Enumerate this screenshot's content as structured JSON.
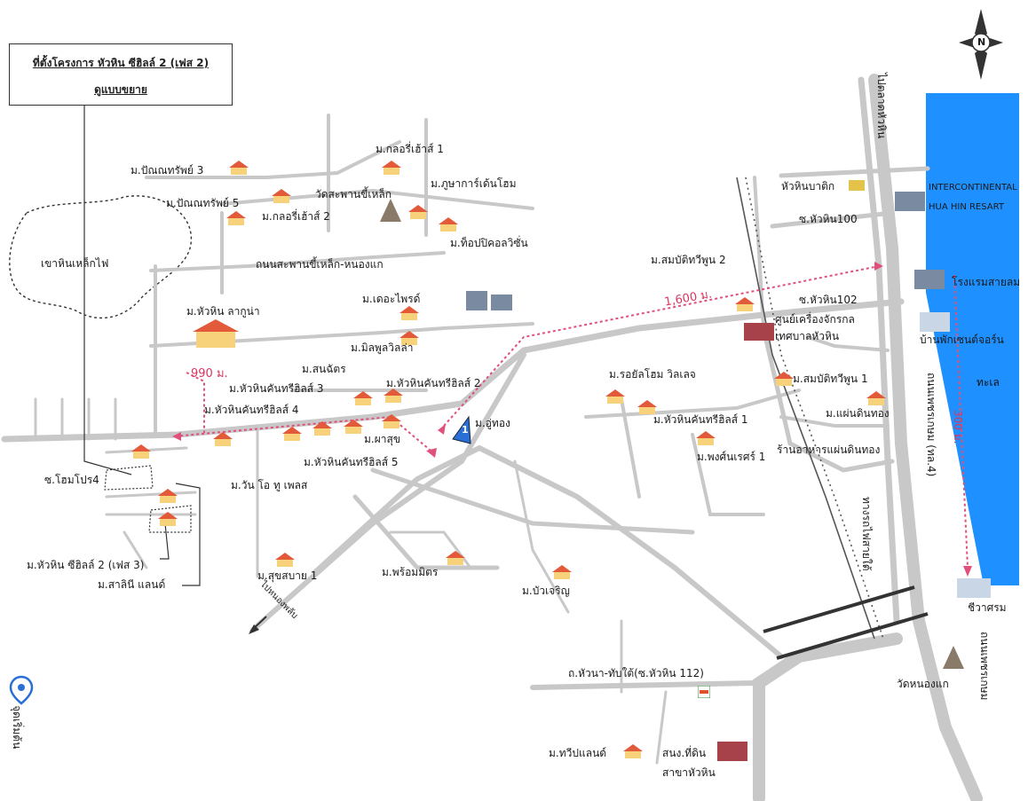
{
  "title": {
    "line1": "ที่ตั้งโครงการ หัวหิน ซีฮิลล์ 2 (เฟส 2)",
    "line2": "ดูแบบขยาย"
  },
  "compass": {
    "letter": "N"
  },
  "sea": {
    "label": "ทะเล",
    "color": "#1e90ff"
  },
  "colors": {
    "road": "#c8c8c8",
    "route": "#e0507a",
    "black_road": "#333333"
  },
  "distances": {
    "d1600": "1,600 ม.",
    "d990": "990 ม.",
    "d300": "300 ม."
  },
  "areas": {
    "khao_hin": "เขาหินเหล็กไฟ"
  },
  "roads": {
    "saphan": "ถนนสะพานขี้เหล็ก-หนองแก",
    "soi100": "ซ.หัวหิน100",
    "soi102": "ซ.หัวหิน102",
    "soi_homepro": "ซ.โฮมโปร4",
    "hua_na": "ถ.หัวนา-ทับใต้(ซ.หัวหิน 112)",
    "to_pala": "ไปตลาดหัวหิน",
    "to_pranburi": "ไปหนองพลับ",
    "railway": "ทางรถไฟสายใต้",
    "phetkasem": "ถนนเพชรเกษม (ทล.4)",
    "phetkasem2": "ถนนเพชรเกษม",
    "bottom_left": "จุดเริ่มต้น"
  },
  "places": {
    "panna3": "ม.ปัณณทรัพย์ 3",
    "panna5": "ม.ปัณณทรัพย์ 5",
    "glory1": "ม.กลอรี่เฮ้าส์ 1",
    "glory2": "ม.กลอรี่เฮ้าส์ 2",
    "wat_saphan": "วัดสะพานขี้เหล็ก",
    "phuksa": "ม.ภูษาการ์เด้นโฮม",
    "topp": "ม.ท็อปปิคอลวิซั่น",
    "laguna": "ม.หัวหิน ลากูน่า",
    "paradise": "ม.เดอะไพรด์",
    "milpool": "ม.มิลพูลวิลล่า",
    "sanchatr": "ม.สนฉัตร",
    "hh_country3": "ม.หัวหินคันทรีฮิลส์ 3",
    "hh_country2": "ม.หัวหินคันทรีฮิลส์ 2",
    "hh_country4": "ม.หัวหินคันทรีฮิลส์ 4",
    "hh_country5": "ม.หัวหินคันทรีฮิลส์ 5",
    "pasuk": "ม.ผาสุข",
    "uthong": "ม.อู่ทอง",
    "wan_o": "ม.วัน โอ ทู เพลส",
    "seahill3": "ม.หัวหิน ซีฮิลล์ 2 (เฟส 3)",
    "salinee": "ม.สาลินี แลนด์",
    "suksabai": "ม.สุขสบาย 1",
    "phrom": "ม.พร้อมมิตร",
    "buajaroen": "ม.บัวเจริญ",
    "somboon2": "ม.สมบัติทวีพูน 2",
    "royal": "ม.รอยัลโฮม วิลเลจ",
    "somboon1": "ม.สมบัติทวีพูน 1",
    "hh_country1": "ม.หัวหินคันทรีฮิลส์ 1",
    "phongsan": "ม.พงศ์นเรศร์ 1",
    "paendin": "ม.แผ่นดินทอง",
    "restaurant": "ร้านอาหารแผ่นดินทอง",
    "center": "ศูนย์เครื่องจักรกล",
    "municipal": "เทศบาลหัวหิน",
    "market": "หัวหินบาติก",
    "intercon1": "INTERCONTINENTAL",
    "intercon2": "HUA HIN RESART",
    "sailom": "โรงแรมสายลม",
    "centara": "บ้านพักเซนต์จอร์น",
    "chiva": "ชีวาศรม",
    "wat_nongkae": "วัดหนองแก",
    "twip": "ม.ทวีปแลนด์",
    "sno1": "สนง.ที่ดิน",
    "sno2": "สาขาหัวหิน"
  },
  "marker": {
    "label": "1"
  }
}
